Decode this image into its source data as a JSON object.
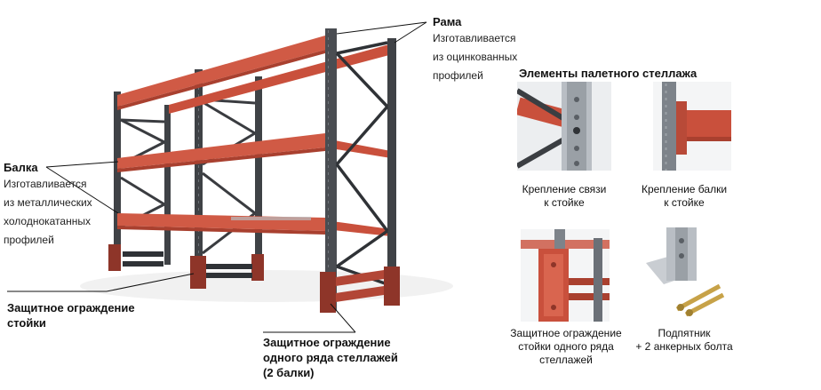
{
  "colors": {
    "beam": "#d05a45",
    "beam_dark": "#a9402f",
    "upright": "#4a4d52",
    "upright_dark": "#2f3236",
    "guard": "#9c3a2e",
    "galvanized": "#b9bec4"
  },
  "callouts": {
    "frame": {
      "title": "Рама",
      "lines": [
        "Изготавливается",
        "из оцинкованных",
        "профилей"
      ]
    },
    "beam": {
      "title": "Балка",
      "lines": [
        "Изготавливается",
        "из металлических",
        "холоднокатанных",
        "профилей"
      ]
    },
    "upright_guard": {
      "lines": [
        "Защитное ограждение",
        "стойки"
      ]
    },
    "row_guard": {
      "lines": [
        "Защитное ограждение",
        "одного ряда стеллажей",
        "(2 балки)"
      ]
    }
  },
  "panel": {
    "title": "Элементы палетного стеллажа",
    "items": [
      {
        "icon": "brace-connection-photo",
        "lines": [
          "Крепление связи",
          "к стойке"
        ]
      },
      {
        "icon": "beam-connection-photo",
        "lines": [
          "Крепление балки",
          "к стойке"
        ]
      },
      {
        "icon": "row-guard-photo",
        "lines": [
          "Защитное ограждение",
          "стойки одного ряда",
          "стеллажей"
        ]
      },
      {
        "icon": "baseplate-anchor-photo",
        "lines": [
          "Подпятник",
          "+ 2 анкерных болта"
        ]
      }
    ]
  }
}
